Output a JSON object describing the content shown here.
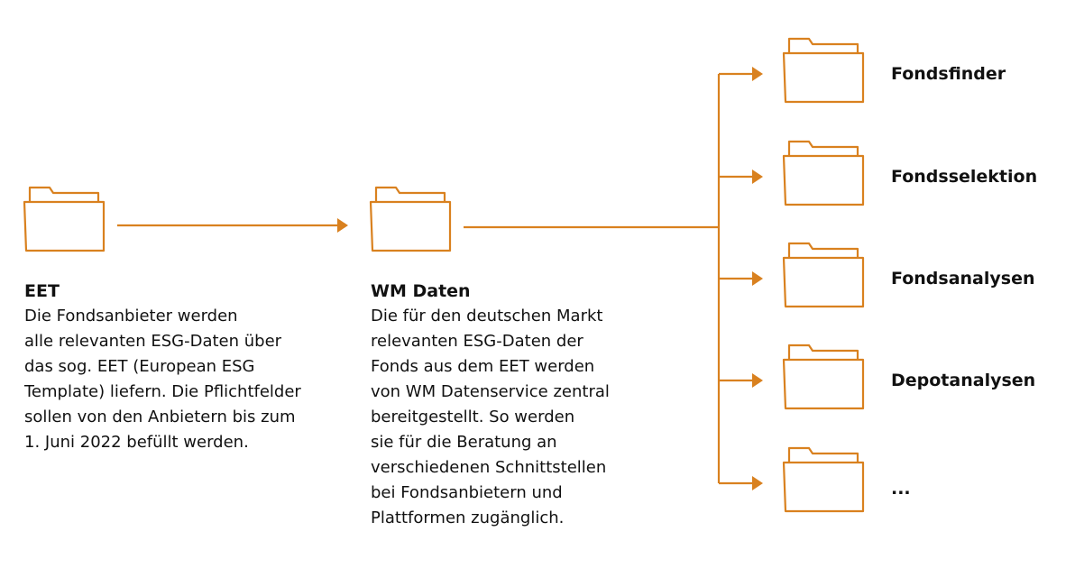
{
  "accent_color": "#D9811F",
  "source": {
    "title": "EET",
    "lines": [
      "Die Fondsanbieter werden",
      "alle relevanten ESG-Daten über",
      "das sog. EET (European ESG",
      "Template) liefern. Die Pflichtfelder",
      "sollen von den Anbietern bis zum",
      "1. Juni 2022 befüllt werden."
    ]
  },
  "hub": {
    "title": "WM Daten",
    "lines": [
      "Die für den deutschen Markt",
      "relevanten ESG-Daten der",
      "Fonds aus dem EET werden",
      "von WM Datenservice zentral",
      "bereitgestellt. So werden",
      "sie für die Beratung an",
      "verschiedenen Schnittstellen",
      "bei Fondsanbietern und",
      "Plattformen zugänglich."
    ]
  },
  "targets": [
    {
      "label": "Fondsfinder",
      "icon": "folder-icon"
    },
    {
      "label": "Fondsselektion",
      "icon": "folder-icon"
    },
    {
      "label": "Fondsanalysen",
      "icon": "folder-icon"
    },
    {
      "label": "Depotanalysen",
      "icon": "folder-icon"
    },
    {
      "label": "...",
      "icon": "folder-icon"
    }
  ]
}
